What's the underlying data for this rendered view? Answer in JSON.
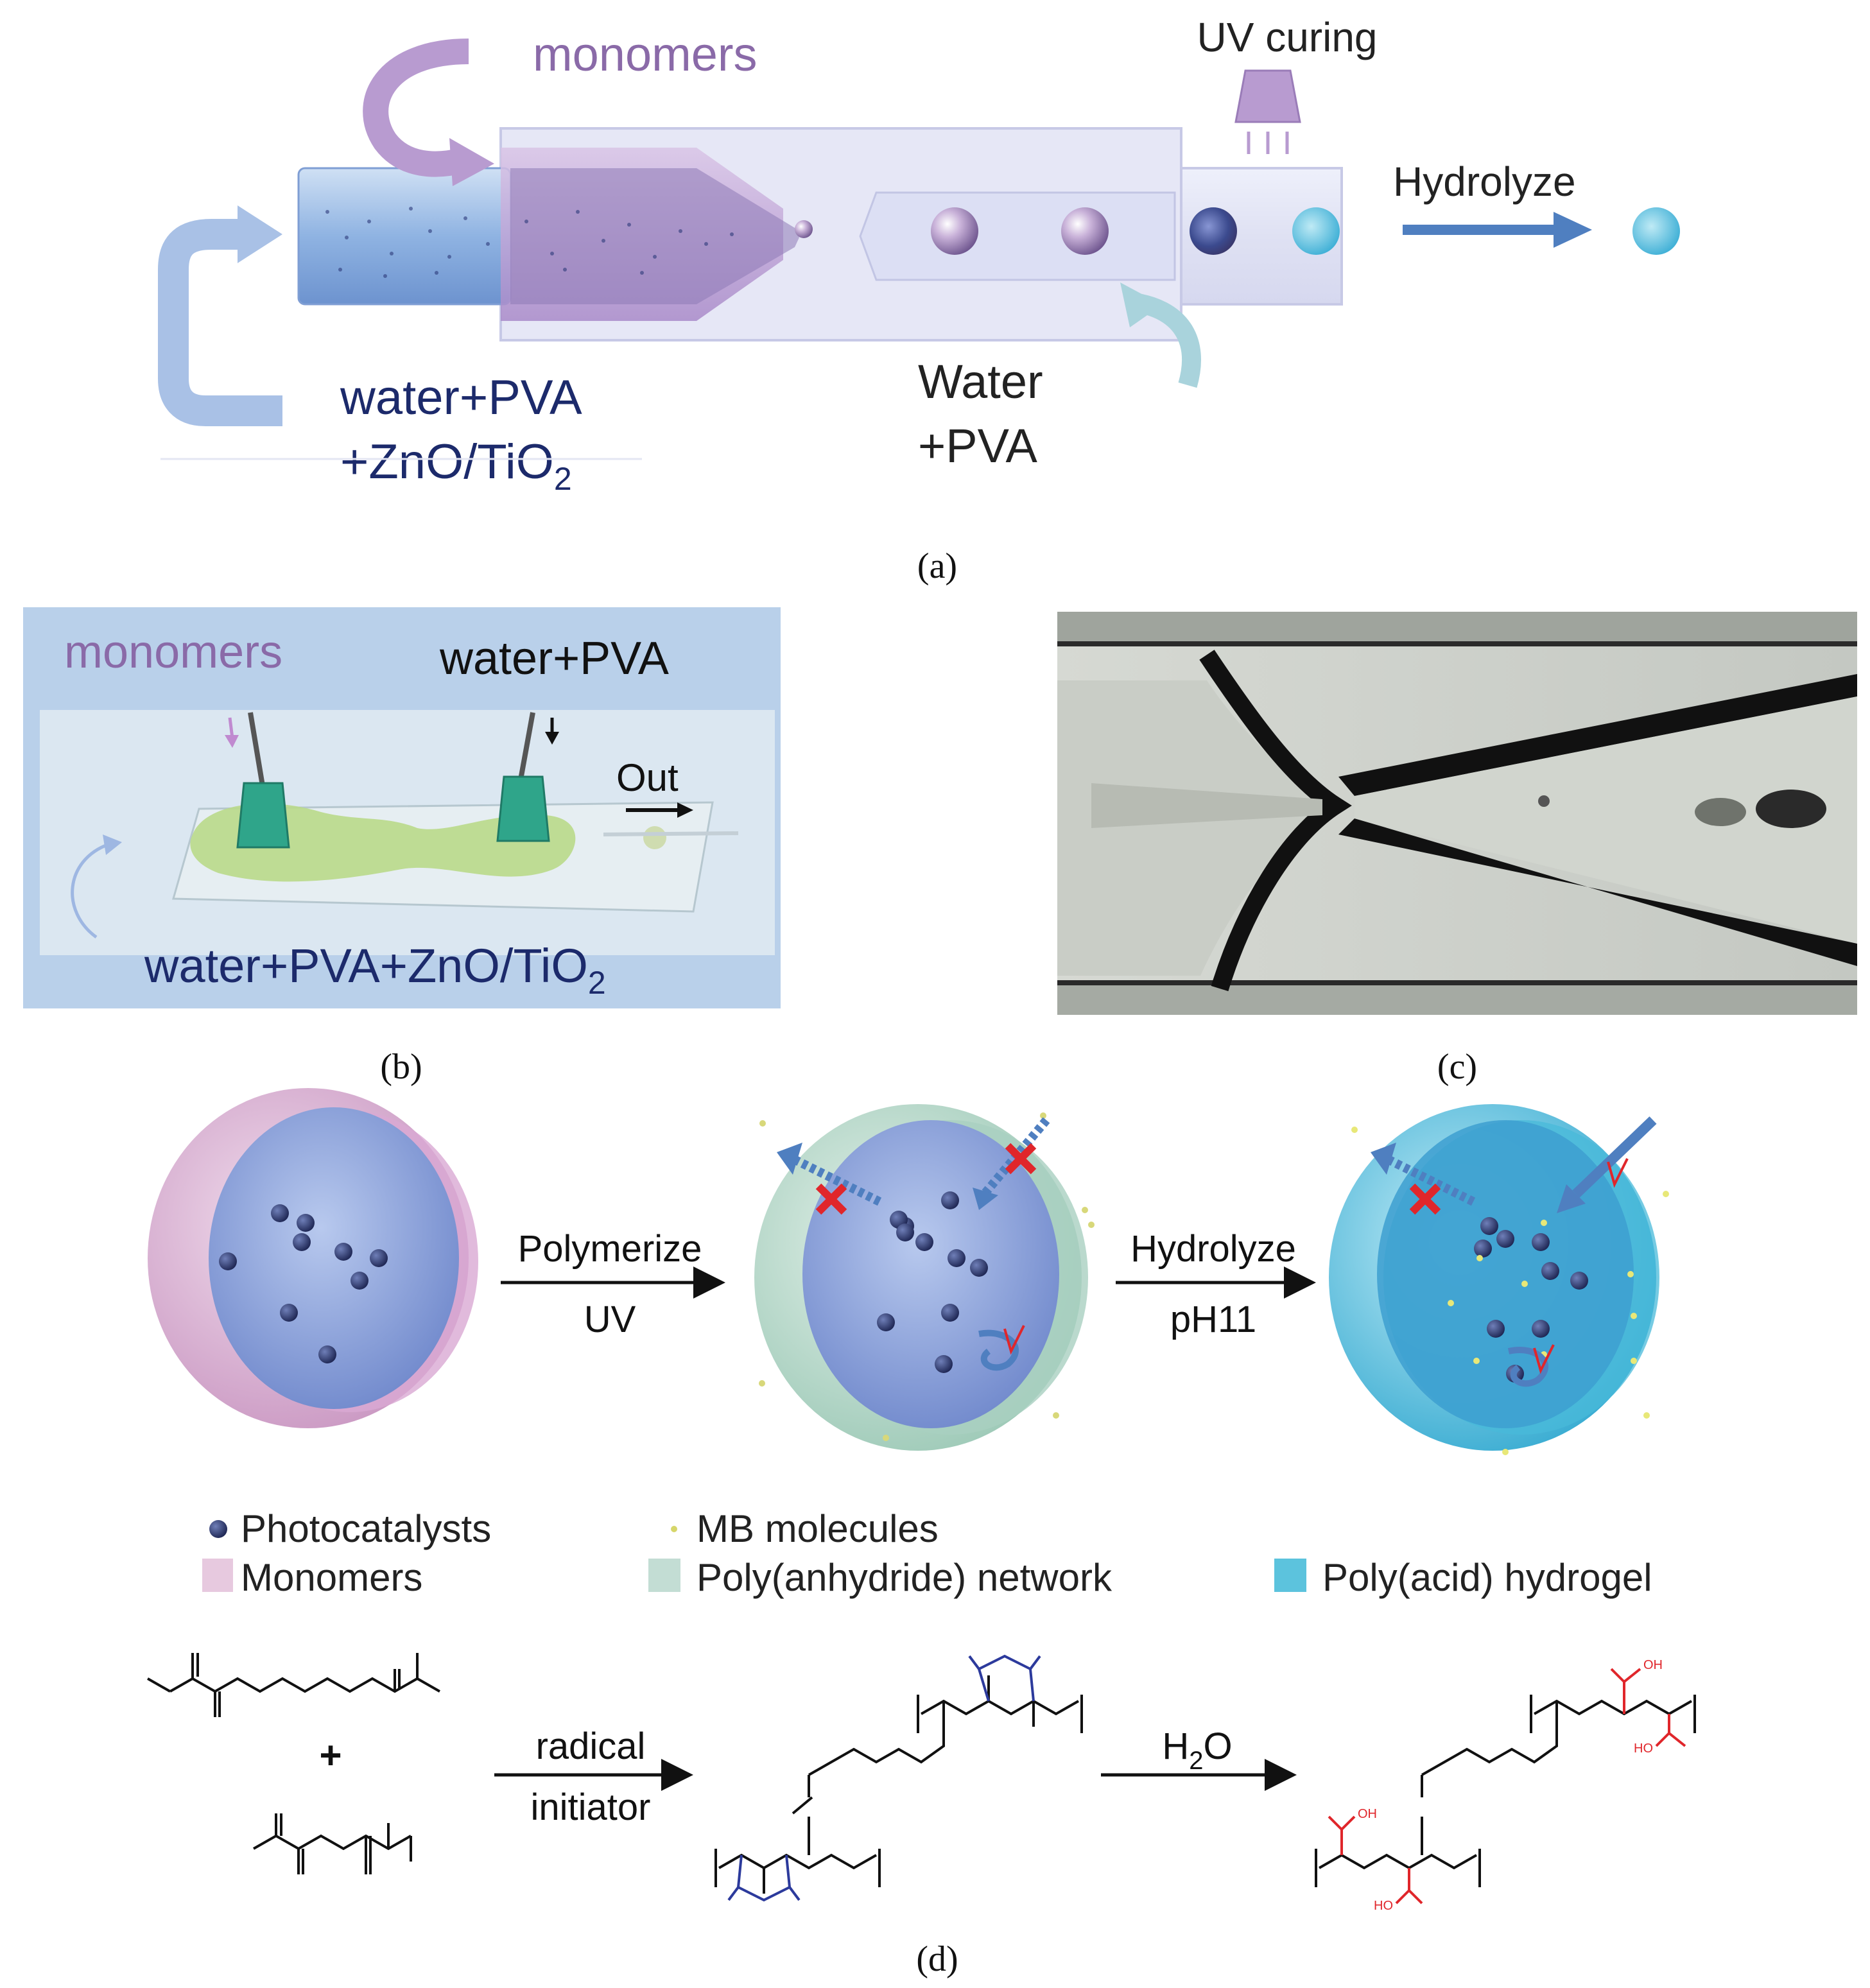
{
  "panel_a": {
    "monomers": "monomers",
    "uv_curing": "UV curing",
    "hydrolyze": "Hydrolyze",
    "inlet_line1": "water+PVA",
    "inlet_line2": "+ZnO/TiO",
    "inlet_sub": "2",
    "outer_line1": "Water",
    "outer_line2": "+PVA",
    "caption": "(a)"
  },
  "panel_b": {
    "monomers": "monomers",
    "water_pva": "water+PVA",
    "out": "Out",
    "bottom_label": "water+PVA+ZnO/TiO",
    "bottom_sub": "2",
    "caption": "(b)"
  },
  "panel_c": {
    "caption": "(c)"
  },
  "panel_d": {
    "polymerize": "Polymerize",
    "uv": "UV",
    "hydrolyze": "Hydrolyze",
    "ph": "pH11",
    "legend": {
      "photocatalysts": "Photocatalysts",
      "mb_molecules": "MB molecules",
      "monomers": "Monomers",
      "poly_anhydride": "Poly(anhydride) network",
      "poly_acid": "Poly(acid) hydrogel"
    },
    "plus": "+",
    "radical": "radical",
    "initiator": "initiator",
    "h2o_h": "H",
    "h2o_sub": "2",
    "h2o_o": "O",
    "oh_label": "OH",
    "ho_label": "HO",
    "caption": "(d)"
  },
  "colors": {
    "purple_text": "#8a6aa8",
    "navy_text": "#1c2a6b",
    "arrow_blue": "#4f7fc0",
    "monomer_pink": "#e7c9df",
    "anhydride_green": "#c3ddd4",
    "acid_blue": "#5cc3dd",
    "red_cross": "#e0262b",
    "anhydride_bond": "#2c3a9c",
    "acid_bond": "#e0262b"
  }
}
